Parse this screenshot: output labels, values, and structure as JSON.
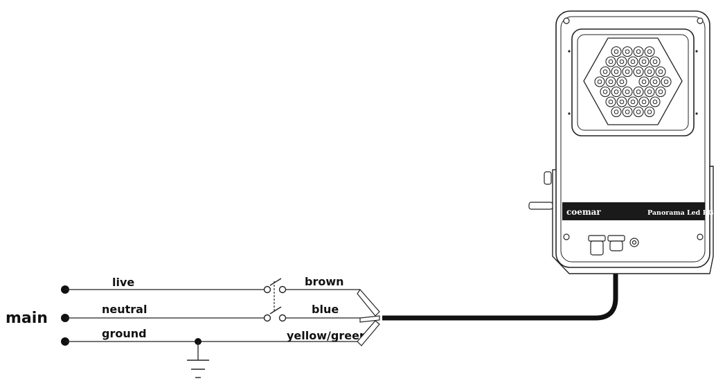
{
  "labels": {
    "main": "main",
    "live": "live",
    "neutral": "neutral",
    "ground": "ground",
    "brown": "brown",
    "blue": "blue",
    "yellow_green": "yellow/green"
  },
  "fixture": {
    "brand": "coemar",
    "model": "Panorama Led RGB"
  },
  "colors": {
    "line": "#222222",
    "cable": "#111111"
  }
}
